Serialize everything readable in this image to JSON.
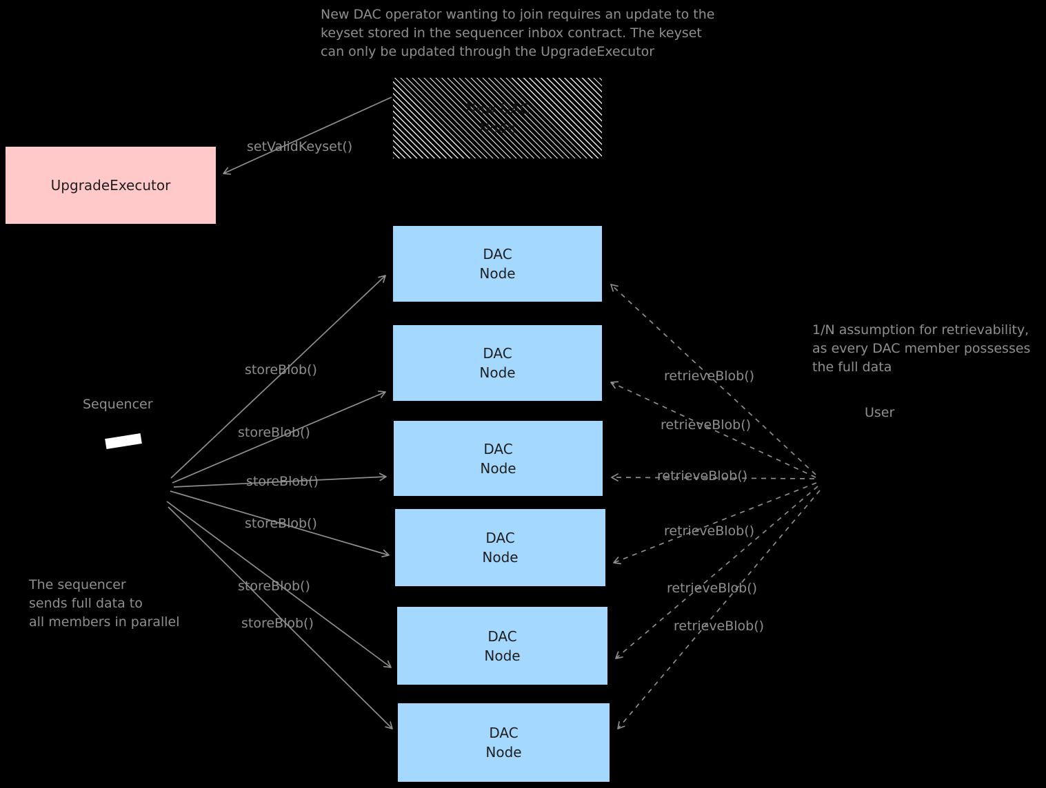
{
  "notes": {
    "top": "New DAC operator wanting to join requires an update to the\nkeyset stored in the sequencer inbox contract. The keyset\ncan only be updated through the UpgradeExecutor",
    "right": "1/N assumption for retrievability,\nas every DAC member possesses\nthe full data",
    "bottom_left": "The sequencer\nsends full data to\nall members in parallel"
  },
  "nodes": {
    "upgrade_executor": {
      "label": "UpgradeExecutor"
    },
    "new_dac_node": {
      "label": "New DAC\nNode"
    },
    "dac_node": {
      "label": "DAC\nNode"
    },
    "sequencer": {
      "label": "Sequencer"
    },
    "user": {
      "label": "User"
    }
  },
  "edge_labels": {
    "set_valid_keyset": "setValidKeyset()",
    "store_blob": "storeBlob()",
    "retrieve_blob": "retrieveBlob()"
  },
  "colors": {
    "background": "#000000",
    "annotation_text": "#8f8f8f",
    "edge_stroke": "#8f8f8f",
    "dac_node_fill": "#a5d8ff",
    "upgrade_executor_fill": "#ffc9c9",
    "node_text": "#1e1e1e",
    "hatch_stroke": "#ffffff"
  }
}
